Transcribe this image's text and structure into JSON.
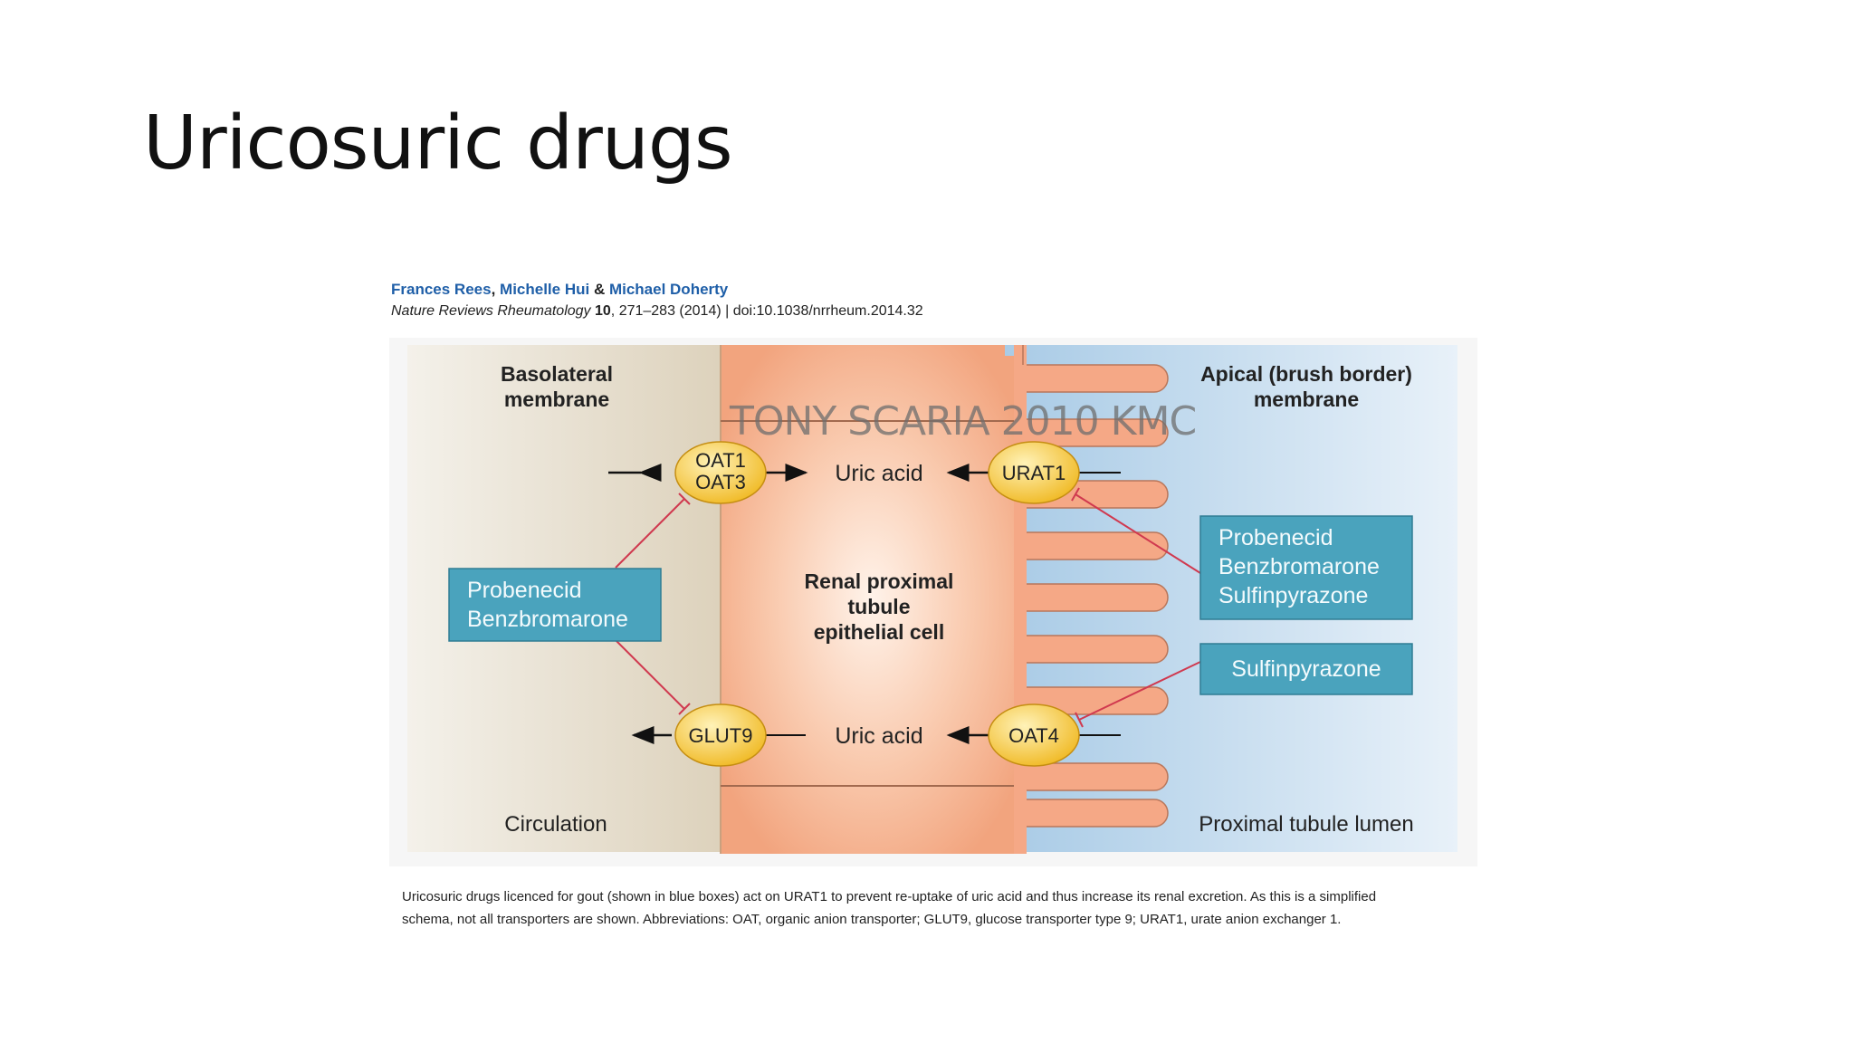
{
  "slide": {
    "title": "Uricosuric drugs",
    "watermark": "TONY SCARIA 2010 KMC"
  },
  "figure": {
    "author1": "Frances Rees",
    "author_sep": ", ",
    "author2": "Michelle Hui",
    "author_amp": " & ",
    "author3": "Michael Doherty",
    "journal": "Nature Reviews Rheumatology",
    "volume": "10",
    "pages_year": ", 271–283 (2014)",
    "doi_sep": " | ",
    "doi": "doi:10.1038/nrrheum.2014.32",
    "caption_line1": "Uricosuric drugs licenced for gout (shown in blue boxes) act on URAT1 to prevent re-uptake of uric acid and thus increase its renal excretion. As this is a simplified",
    "caption_line2": "schema, not all transporters are shown. Abbreviations: OAT, organic anion transporter; GLUT9, glucose transporter type 9; URAT1, urate anion exchanger 1."
  },
  "diagram": {
    "basolateral_line1": "Basolateral",
    "basolateral_line2": "membrane",
    "apical_line1": "Apical (brush border)",
    "apical_line2": "membrane",
    "cell_line1": "Renal proximal",
    "cell_line2": "tubule",
    "cell_line3": "epithelial cell",
    "circulation": "Circulation",
    "lumen": "Proximal tubule lumen",
    "uric_acid_top": "Uric acid",
    "uric_acid_bottom": "Uric acid",
    "transporters": {
      "oat1": "OAT1",
      "oat3": "OAT3",
      "urat1": "URAT1",
      "glut9": "GLUT9",
      "oat4": "OAT4"
    },
    "left_drug_box": [
      "Probenecid",
      "Benzbromarone"
    ],
    "right_drug_box_top": [
      "Probenecid",
      "Benzbromarone",
      "Sulfinpyrazone"
    ],
    "right_drug_box_bottom": [
      "Sulfinpyrazone"
    ],
    "colors": {
      "cell": "#f5b08e",
      "basolateral": "#e6dfd0",
      "lumen": "#bfd8ea",
      "drug_box": "#4aa3bd",
      "transporter": "#f5c842",
      "inhibitor_line": "#d0394f"
    }
  }
}
